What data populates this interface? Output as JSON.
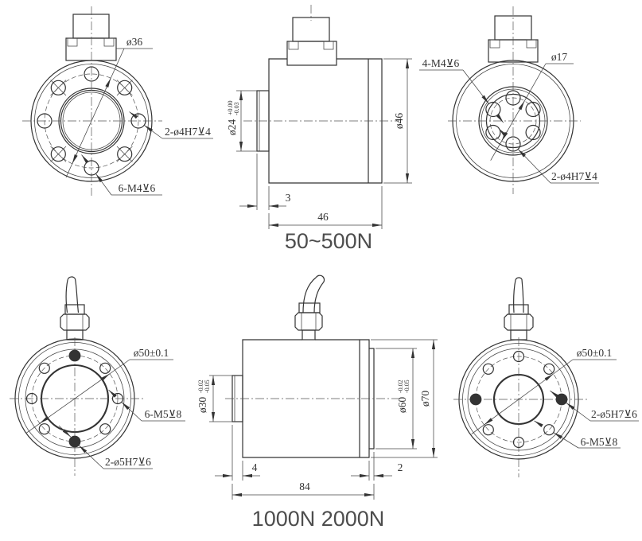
{
  "drawing": {
    "row1": {
      "caption": "50~500N",
      "front_view": {
        "bolt_circle_dia": "ø36",
        "dowel_holes": "2-ø4H7⊻4",
        "tapped_holes": "6-M4⊻6"
      },
      "side_view": {
        "boss_dia": "ø24",
        "boss_tol_upper": "+0.00",
        "boss_tol_lower": "-0.03",
        "body_dia": "ø46",
        "boss_length": "3",
        "body_length": "46"
      },
      "rear_view": {
        "tapped_holes": "4-M4⊻6",
        "bolt_circle_dia": "ø17",
        "dowel_holes": "2-ø4H7⊻4"
      }
    },
    "row2": {
      "caption": "1000N 2000N",
      "front_view": {
        "bolt_circle_dia": "ø50±0.1",
        "tapped_holes": "6-M5⊻8",
        "dowel_holes": "2-ø5H7⊻6"
      },
      "side_view": {
        "boss_dia": "ø30",
        "boss_tol_upper": "-0.02",
        "boss_tol_lower": "-0.05",
        "step_dia": "ø60",
        "step_tol_upper": "-0.02",
        "step_tol_lower": "-0.05",
        "body_dia": "ø70",
        "boss_length": "4",
        "body_length": "84",
        "step_length": "2"
      },
      "rear_view": {
        "bolt_circle_dia": "ø50±0.1",
        "dowel_holes": "2-ø5H7⊻6",
        "tapped_holes": "6-M5⊻8"
      }
    }
  }
}
